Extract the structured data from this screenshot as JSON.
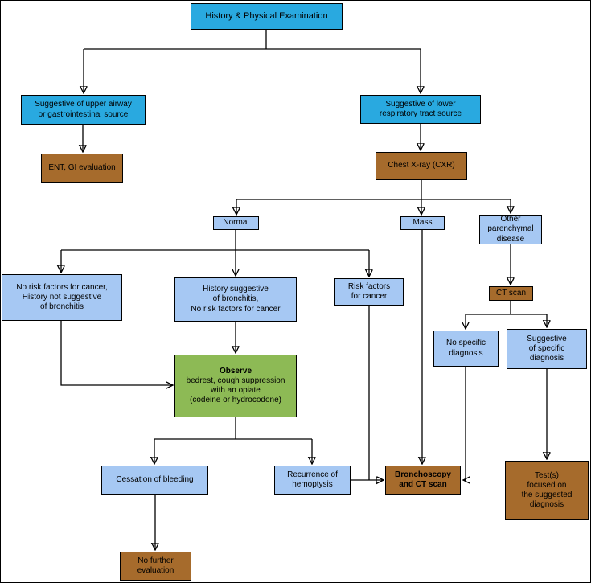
{
  "colors": {
    "bright_blue": "#29a9e0",
    "light_blue": "#a6c8f3",
    "brown": "#a66b2c",
    "green": "#8dba55",
    "connector": "#000000"
  },
  "nodes": {
    "history": "History & Physical Examination",
    "upper_airway": "Suggestive of upper airway\nor gastrointestinal source",
    "ent_gi": "ENT, GI evaluation",
    "lower_respiratory": "Suggestive of lower\nrespiratory tract source",
    "cxr": "Chest X-ray (CXR)",
    "normal": "Normal",
    "mass": "Mass",
    "other_parenchymal": "Other\nparenchymal\ndisease",
    "no_risk_factors": "No risk factors for cancer,\nHistory not suggestive\nof bronchitis",
    "history_bronchitis": "History suggestive\nof bronchitis,\nNo risk factors for cancer",
    "risk_factors": "Risk factors\nfor cancer",
    "ct_scan": "CT scan",
    "observe_title": "Observe",
    "observe_body": "bedrest, cough suppression\nwith an opiate\n(codeine or hydrocodone)",
    "no_specific": "No specific\ndiagnosis",
    "suggestive_specific": "Suggestive\nof specific\ndiagnosis",
    "cessation": "Cessation of bleeding",
    "recurrence": "Recurrence of\nhemoptysis",
    "bronchoscopy": "Bronchoscopy\nand CT scan",
    "tests_focused": "Test(s)\nfocused on\nthe suggested\ndiagnosis",
    "no_further": "No further\nevaluation"
  }
}
